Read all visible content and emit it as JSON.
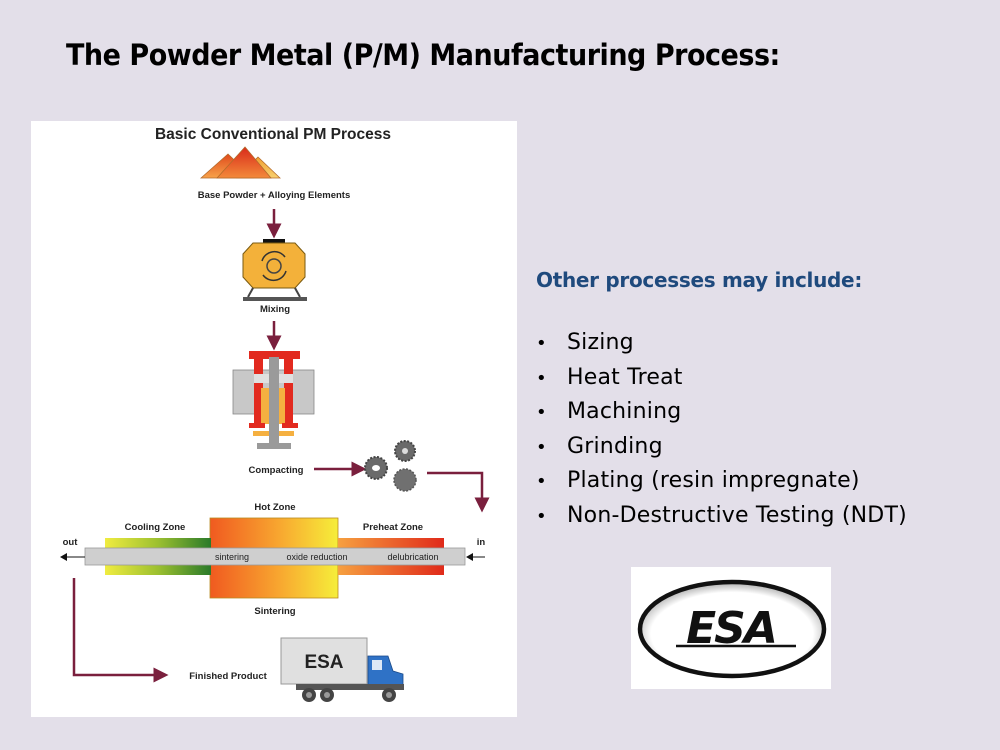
{
  "slide": {
    "title": "The Powder Metal (P/M) Manufacturing Process:",
    "background_color": "#e3dfe9"
  },
  "diagram": {
    "title": "Basic Conventional PM Process",
    "steps": {
      "powder": "Base Powder + Alloying Elements",
      "mixing": "Mixing",
      "compacting": "Compacting",
      "sintering": "Sintering",
      "finished": "Finished Product"
    },
    "furnace": {
      "hot_zone": "Hot Zone",
      "cooling_zone": "Cooling Zone",
      "preheat_zone": "Preheat Zone",
      "out_label": "out",
      "in_label": "in",
      "stages": [
        "sintering",
        "oxide reduction",
        "delubrication"
      ]
    },
    "truck_label": "ESA",
    "arrow_color": "#7a1f3d"
  },
  "other_processes": {
    "heading": "Other processes may include:",
    "heading_color": "#1f4a7d",
    "bullet": "•",
    "items": [
      "Sizing",
      "Heat Treat",
      "Machining",
      "Grinding",
      "Plating (resin impregnate)",
      "Non-Destructive Testing (NDT)"
    ]
  },
  "logo": {
    "text": "ESA"
  }
}
